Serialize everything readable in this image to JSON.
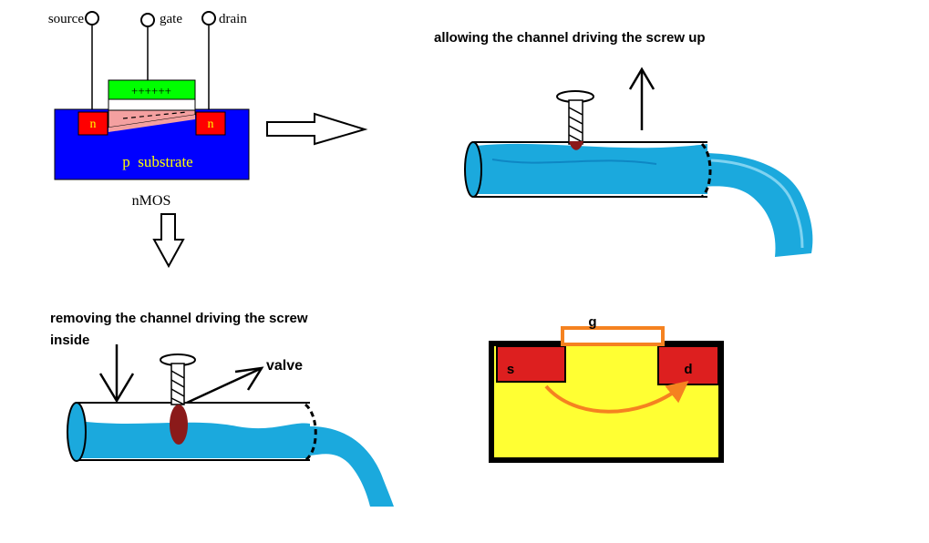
{
  "nmos": {
    "terminals": {
      "source": "source",
      "gate": "gate",
      "drain": "drain"
    },
    "gate_charge": "++++++",
    "source_region": "n",
    "drain_region": "n",
    "substrate": "p  substrate",
    "caption": "nMOS"
  },
  "panels": {
    "channel_on": {
      "caption": "allowing the channel driving the screw up"
    },
    "channel_off": {
      "caption_line1": "removing the channel driving the screw",
      "caption_line2": "inside",
      "valve": "valve"
    },
    "mosfet_simple": {
      "gate": "g",
      "source": "s",
      "drain": "d"
    }
  },
  "colors": {
    "substrate": "#0000ff",
    "n_region": "#ff0000",
    "gate": "#00ff00",
    "oxide": "#f4a0a0",
    "water": "#1ba9dd",
    "water_dark": "#0e87c4",
    "screw_seal": "#8b1a1a",
    "body": "#ffff33",
    "well": "#dd1f1f",
    "gate_outline": "#f58220",
    "text_label": "#ffff00"
  }
}
